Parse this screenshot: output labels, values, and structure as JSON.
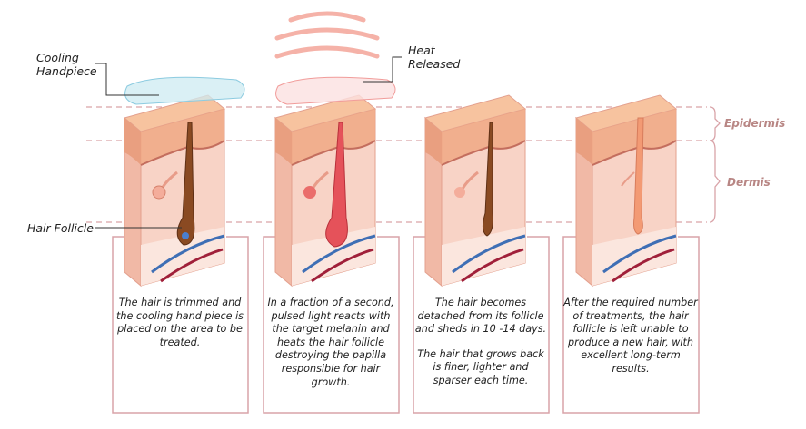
{
  "labels": {
    "cooling_handpiece": [
      "Cooling",
      "Handpiece"
    ],
    "heat_released": [
      "Heat",
      "Released"
    ],
    "hair_follicle": "Hair Follicle",
    "epidermis": "Epidermis",
    "dermis": "Dermis"
  },
  "steps": [
    {
      "text": [
        "The hair is trimmed and the cooling hand piece is placed on the area to be treated."
      ]
    },
    {
      "text": [
        "In a fraction of a second, pulsed light reacts with the target melanin and heats the hair follicle destroying the papilla responsible for hair growth."
      ]
    },
    {
      "text": [
        "The hair becomes detached from its follicle and sheds in 10 -14 days.",
        "The hair that grows back is finer, lighter and sparser each time."
      ]
    },
    {
      "text": [
        "After the required number of treatments, the hair follicle is left unable to produce a new hair, with excellent long-term results."
      ]
    }
  ],
  "colors": {
    "skin": "#f6c9b8",
    "epidermis": "#f3b18f",
    "hair": "#8a4a22",
    "accent": "#d9a3a8",
    "label": "#b88684",
    "heat": "#f08a7a",
    "cooling": "#bfe4ee"
  }
}
